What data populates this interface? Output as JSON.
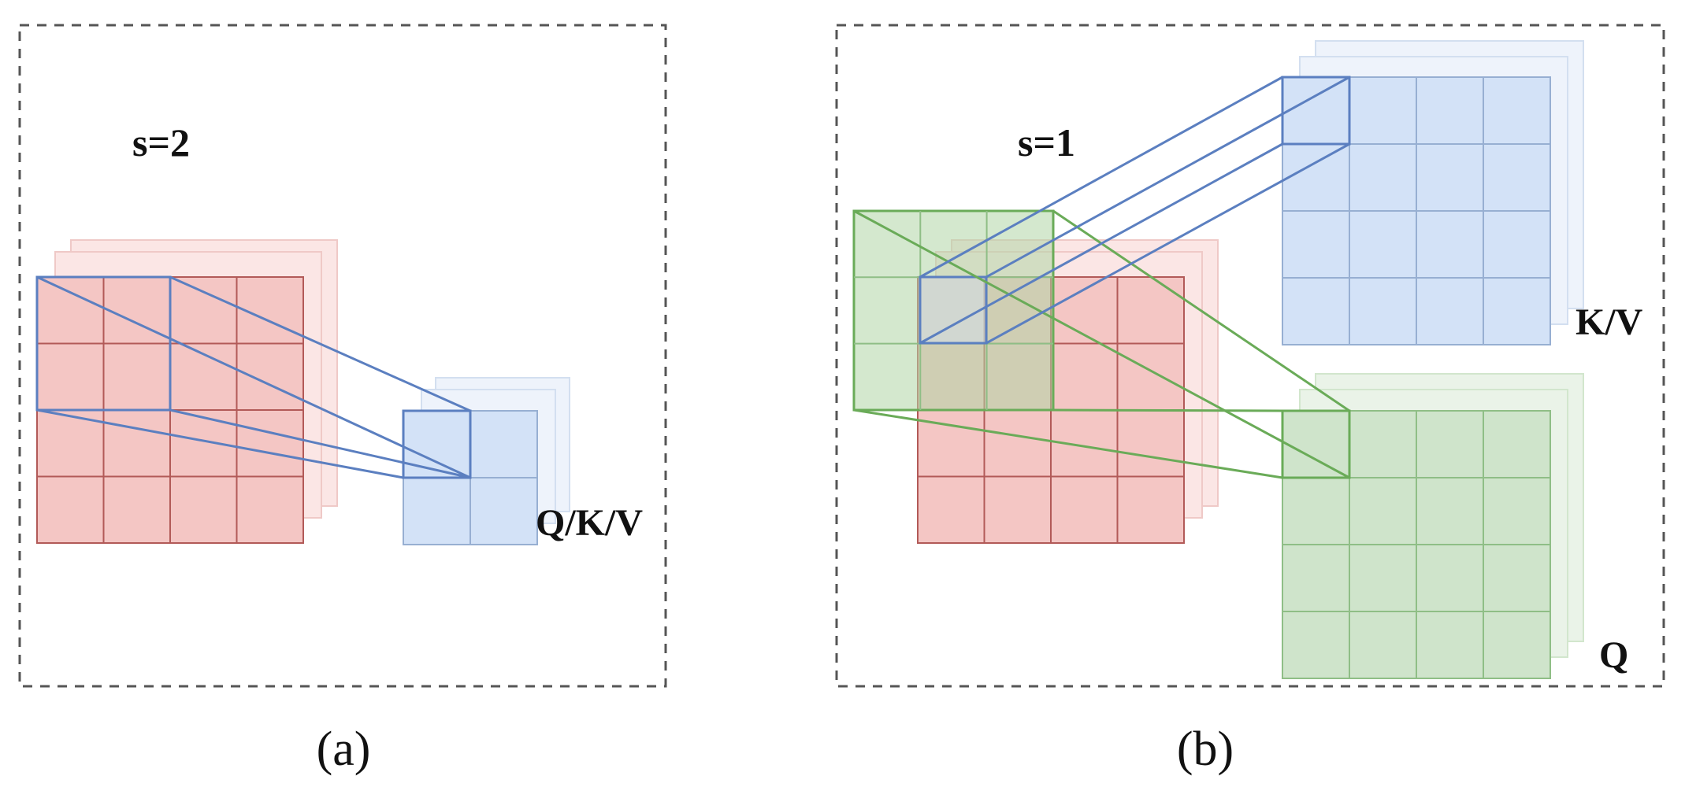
{
  "panel_a": {
    "stride_label": "s=2",
    "output_label": "Q/K/V",
    "caption": "(a)"
  },
  "panel_b": {
    "stride_label": "s=1",
    "kv_label": "K/V",
    "q_label": "Q",
    "caption": "(b)"
  },
  "colors": {
    "input_map": "#f4c6c4",
    "kv_map": "#d3e2f7",
    "q_map": "#cfe4cb",
    "kv_projection_line": "#5b7fc0",
    "q_projection_line": "#6aab58"
  }
}
